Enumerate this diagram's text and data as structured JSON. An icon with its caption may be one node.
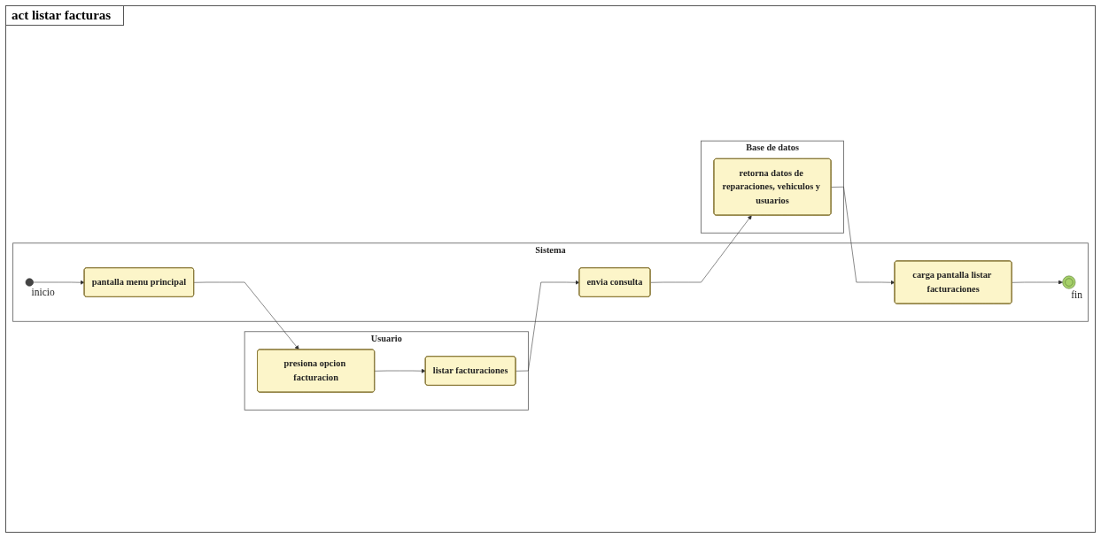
{
  "diagram": {
    "title": "act listar facturas",
    "nodes": [
      {
        "text": [
          "Usuario"
        ]
      },
      {
        "text": [
          "Sistema"
        ]
      },
      {
        "text": [
          "Base de datos"
        ]
      },
      {
        "text": [],
        "shape": "circle",
        "in": 1,
        "beside": [
          "inicio"
        ]
      },
      {
        "text": [
          "pantalla menu principal"
        ],
        "in": 1
      },
      {
        "text": [
          "presiona opcion facturacion"
        ],
        "in": 0
      },
      {
        "text": [
          "listar facturaciones"
        ],
        "in": 0
      },
      {
        "text": [
          "envia consulta"
        ],
        "in": 1
      },
      {
        "text": [
          "retorna datos de reparaciones, vehiculos y usuarios"
        ],
        "in": 2
      },
      {
        "text": [
          "carga pantalla listar facturaciones"
        ],
        "in": 1
      },
      {
        "text": [],
        "shape": "circle",
        "in": 1,
        "beside": [
          "fin"
        ]
      }
    ],
    "edges": [
      {
        "from": 3,
        "to": 4,
        "arrow": "to"
      },
      {
        "from": 4,
        "to": 5,
        "arrow": "to"
      },
      {
        "from": 5,
        "to": 6,
        "arrow": "to"
      },
      {
        "from": 6,
        "to": 7,
        "arrow": "to"
      },
      {
        "from": 7,
        "to": 8,
        "arrow": "to"
      },
      {
        "from": 8,
        "to": 9,
        "arrow": "to"
      },
      {
        "from": 9,
        "to": 10,
        "arrow": "to"
      }
    ]
  }
}
